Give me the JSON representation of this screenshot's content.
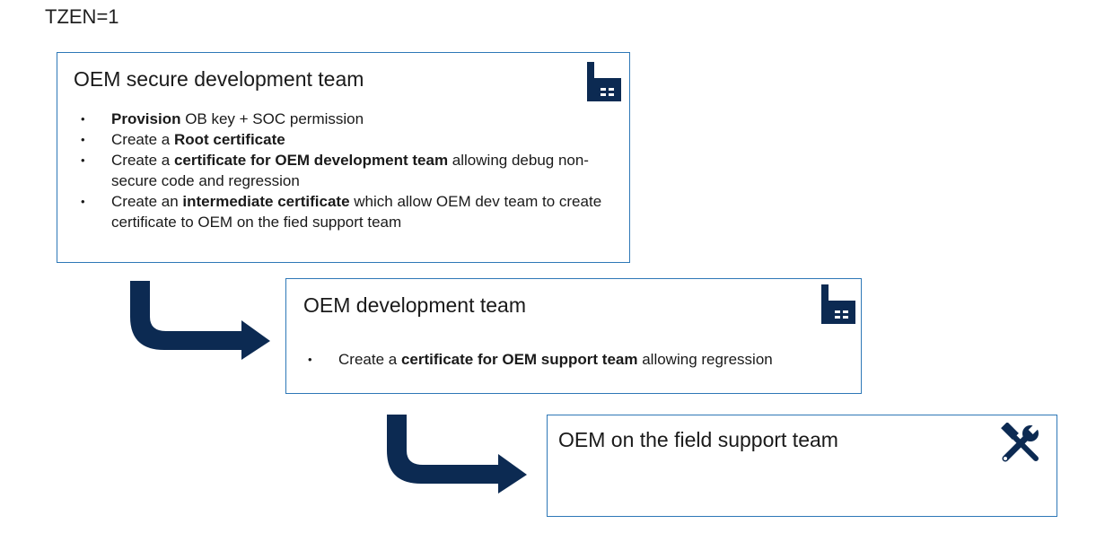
{
  "tzen_label": "TZEN=1",
  "colors": {
    "border": "#2e78b7",
    "icon": "#0c2a52",
    "arrow": "#0c2a52",
    "text": "#1a1a1a"
  },
  "box1": {
    "title": "OEM secure development team",
    "icon": "factory-icon",
    "bullets": [
      {
        "parts": [
          {
            "text": "Provision",
            "bold": true
          },
          {
            "text": " OB key + SOC permission",
            "bold": false
          }
        ]
      },
      {
        "parts": [
          {
            "text": "Create a ",
            "bold": false
          },
          {
            "text": "Root certificate",
            "bold": true
          }
        ]
      },
      {
        "parts": [
          {
            "text": "Create a ",
            "bold": false
          },
          {
            "text": "certificate for OEM development team",
            "bold": true
          },
          {
            "text": " allowing debug non-secure code and regression",
            "bold": false
          }
        ]
      },
      {
        "parts": [
          {
            "text": "Create an ",
            "bold": false
          },
          {
            "text": "intermediate certificate",
            "bold": true
          },
          {
            "text": " which allow OEM dev team to create certificate to OEM on the fied support team",
            "bold": false
          }
        ]
      }
    ]
  },
  "box2": {
    "title": "OEM development team",
    "icon": "factory-icon",
    "bullets": [
      {
        "parts": [
          {
            "text": "Create a ",
            "bold": false
          },
          {
            "text": "certificate for OEM support team",
            "bold": true
          },
          {
            "text": " allowing regression",
            "bold": false
          }
        ]
      }
    ]
  },
  "box3": {
    "title": "OEM on the field support team",
    "icon": "tools-icon"
  }
}
